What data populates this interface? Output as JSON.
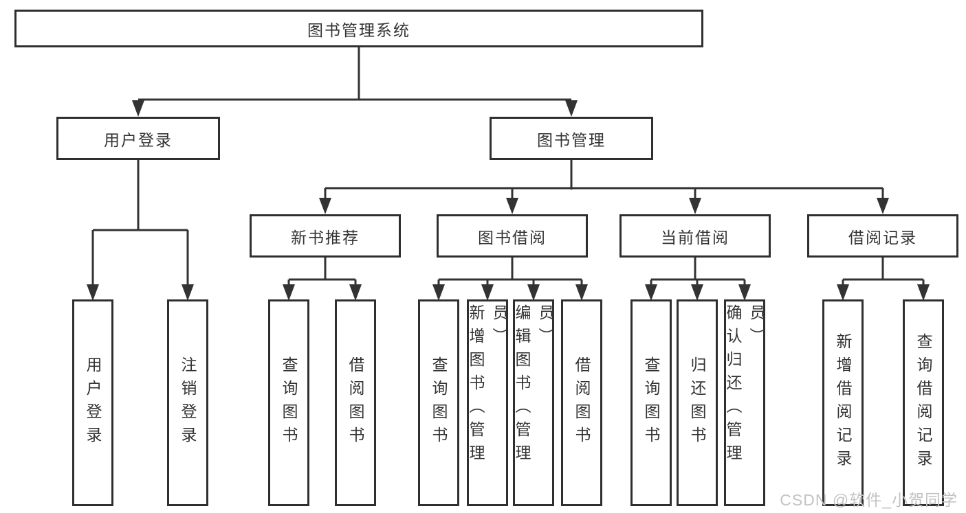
{
  "colors": {
    "line": "#333333",
    "box_border": "#2f2f2f",
    "text": "#333333",
    "watermark": "#c3c3c3",
    "background": "#ffffff"
  },
  "diagram": {
    "title": "图书管理系统",
    "level2": [
      {
        "label": "用户登录"
      },
      {
        "label": "图书管理"
      }
    ],
    "level3": [
      {
        "label": "新书推荐"
      },
      {
        "label": "图书借阅"
      },
      {
        "label": "当前借阅"
      },
      {
        "label": "借阅记录"
      }
    ],
    "leaves": {
      "user_login": [
        "用户登录",
        "注销登录"
      ],
      "new_book_recommend": [
        "查询图书",
        "借阅图书"
      ],
      "book_borrow": [
        "查询图书",
        "新增图书（管理员）",
        "编辑图书（管理员）",
        "借阅图书"
      ],
      "current_borrow": [
        "查询图书",
        "归还图书",
        "确认归还（管理员）"
      ],
      "borrow_record": [
        "新增借阅记录",
        "查询借阅记录"
      ]
    }
  },
  "watermark": {
    "text": "CSDN @软件_小贺同学"
  }
}
